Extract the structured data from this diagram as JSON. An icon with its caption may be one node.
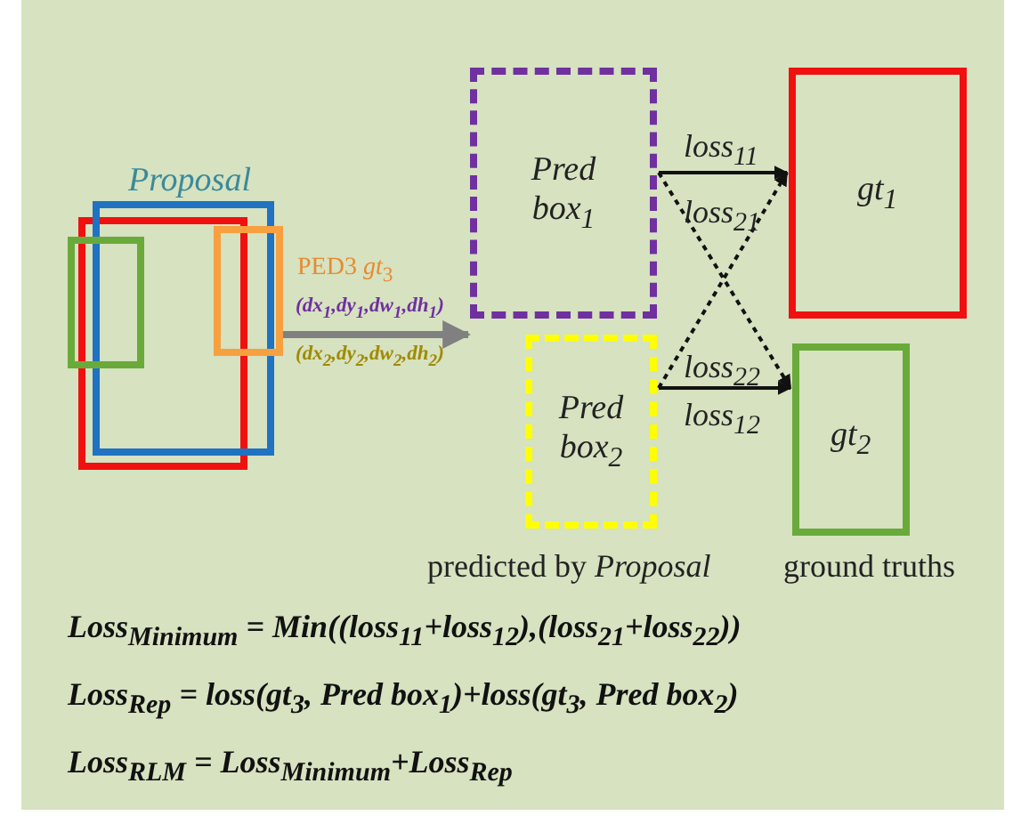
{
  "diagram": {
    "nodes": [
      {
        "text": [
          "Proposal"
        ]
      },
      {
        "text": [],
        "shape": "box"
      },
      {
        "text": [],
        "shape": "box"
      },
      {
        "text": [
          "PED3 *gt*$_{3}$"
        ]
      },
      {
        "text": [
          "Pred box$_{1}$"
        ]
      },
      {
        "text": [
          "Pred box$_{2}$"
        ]
      },
      {
        "text": [
          "gt$_{1}$"
        ]
      },
      {
        "text": [
          "gt$_{2}$"
        ]
      }
    ],
    "edges": [
      {
        "from": 0,
        "to": 4,
        "arrow": "to",
        "label": "(dx$_{1}$,dy$_{1}$,dw$_{1}$,dh$_{1}$)",
        "color": "#808080",
        "style": "thick"
      },
      {
        "from": 0,
        "to": 5,
        "arrow": "to",
        "label": "(dx$_{2}$,dy$_{2}$,dw$_{2}$,dh$_{2}$)",
        "color": "#808080",
        "style": "thick"
      },
      {
        "from": 4,
        "to": 6,
        "arrow": "to",
        "label": "loss$_{11}$"
      },
      {
        "from": 4,
        "to": 7,
        "arrow": "to",
        "label": "loss$_{21}$",
        "style": "dashed"
      },
      {
        "from": 5,
        "to": 6,
        "arrow": "to",
        "label": "loss$_{22}$",
        "style": "dashed"
      },
      {
        "from": 5,
        "to": 7,
        "arrow": "to",
        "label": "loss$_{12}$"
      }
    ],
    "labels": [
      "predicted by *Proposal*",
      "ground truths",
      "Loss$_{Minimum}$ = Min((loss$_{11}$+loss$_{12}$),(loss$_{21}$+loss$_{22}$))",
      "Loss$_{Rep}$ = loss(gt$_{3}$, Pred box$_{1}$)+loss(gt$_{3}$, Pred box$_{2}$)",
      "Loss$_{RLM}$ = Loss$_{Minimum}$+Loss$_{Rep}$"
    ]
  }
}
